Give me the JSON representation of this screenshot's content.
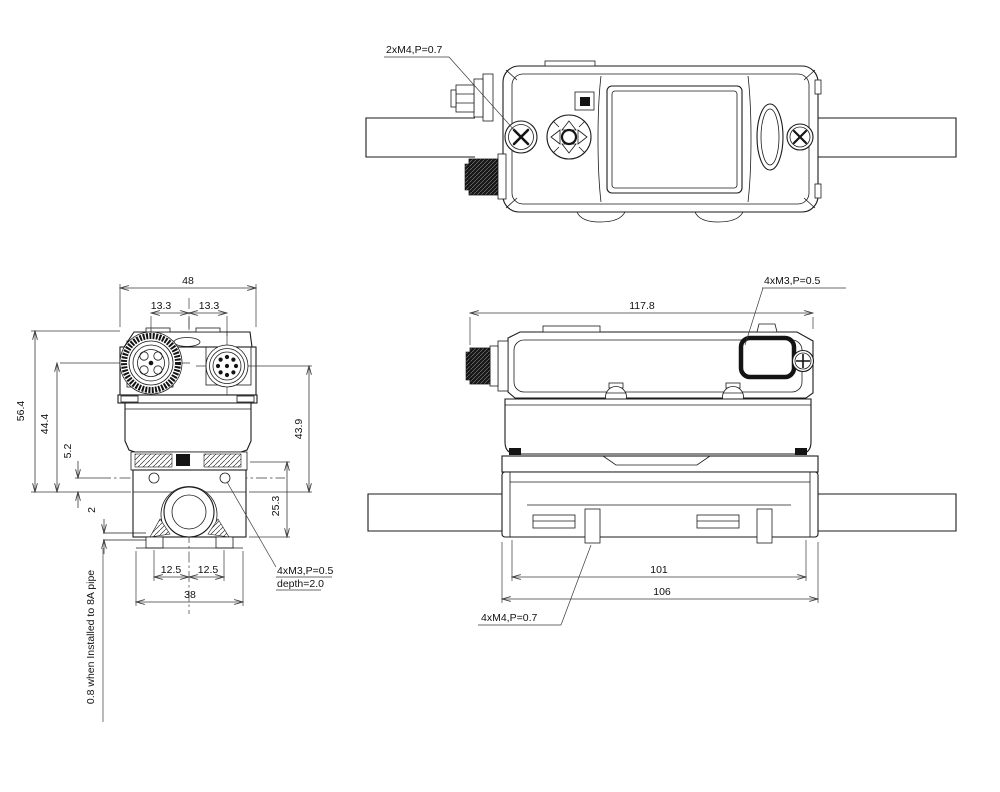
{
  "page": {
    "background": "#ffffff",
    "line_color": "#1b1b1b",
    "dim_color": "#3a3a3a"
  },
  "views": {
    "top": {
      "labels": {
        "screw_note": "2xM4,P=0.7"
      }
    },
    "front": {
      "dims": {
        "width": "48",
        "pitch_left": "13.3",
        "pitch_right": "13.3",
        "height_total": "56.4",
        "height_head": "44.4",
        "offset_small": "5.2",
        "clearance": "2",
        "height_right": "43.9",
        "clamp_height": "25.3",
        "base_pitch_left": "12.5",
        "base_pitch_right": "12.5",
        "base_width": "38"
      },
      "labels": {
        "tap_note_line1": "4xM3,P=0.5",
        "tap_note_line2": "depth=2.0",
        "install_note": "0.8 when Installed to 8A pipe"
      }
    },
    "side": {
      "dims": {
        "length": "117.8",
        "slot_pitch": "101",
        "base_length": "106"
      },
      "labels": {
        "tap_note": "4xM3,P=0.5",
        "base_tap_note": "4xM4,P=0.7"
      }
    }
  }
}
